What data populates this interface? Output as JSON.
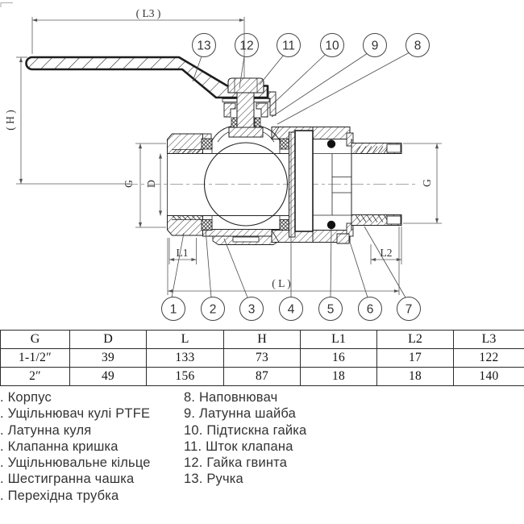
{
  "drawing": {
    "dims": {
      "l3": "( L3 )",
      "h": "( H )",
      "g_left": "G",
      "d": "D",
      "g_right": "G",
      "l1": "L1",
      "l2": "L2",
      "l": "( L )"
    },
    "callouts_top": [
      "13",
      "12",
      "11",
      "10",
      "9",
      "8"
    ],
    "callouts_bottom": [
      "1",
      "2",
      "3",
      "4",
      "5",
      "6",
      "7"
    ]
  },
  "table": {
    "headers": [
      "G",
      "D",
      "L",
      "H",
      "L1",
      "L2",
      "L3"
    ],
    "rows": [
      [
        "1-1/2″",
        "39",
        "133",
        "73",
        "16",
        "17",
        "122"
      ],
      [
        "2″",
        "49",
        "156",
        "87",
        "18",
        "18",
        "140"
      ]
    ]
  },
  "parts_left": [
    ". Корпус",
    ". Ущільнювач кулі PTFE",
    ". Латунна куля",
    ". Клапанна кришка",
    ". Ущільнювальне кільце",
    ". Шестигранна чашка",
    ". Перехідна трубка"
  ],
  "parts_right": [
    "8. Наповнювач",
    "9. Латунна шайба",
    "10. Підтискна гайка",
    "11. Шток клапана",
    "12. Гайка гвинта",
    "13. Ручка"
  ],
  "colors": {
    "outline": "#222222",
    "dim_line": "#5a5a5a",
    "text": "#333333",
    "centerline": "#8a8a8a"
  }
}
